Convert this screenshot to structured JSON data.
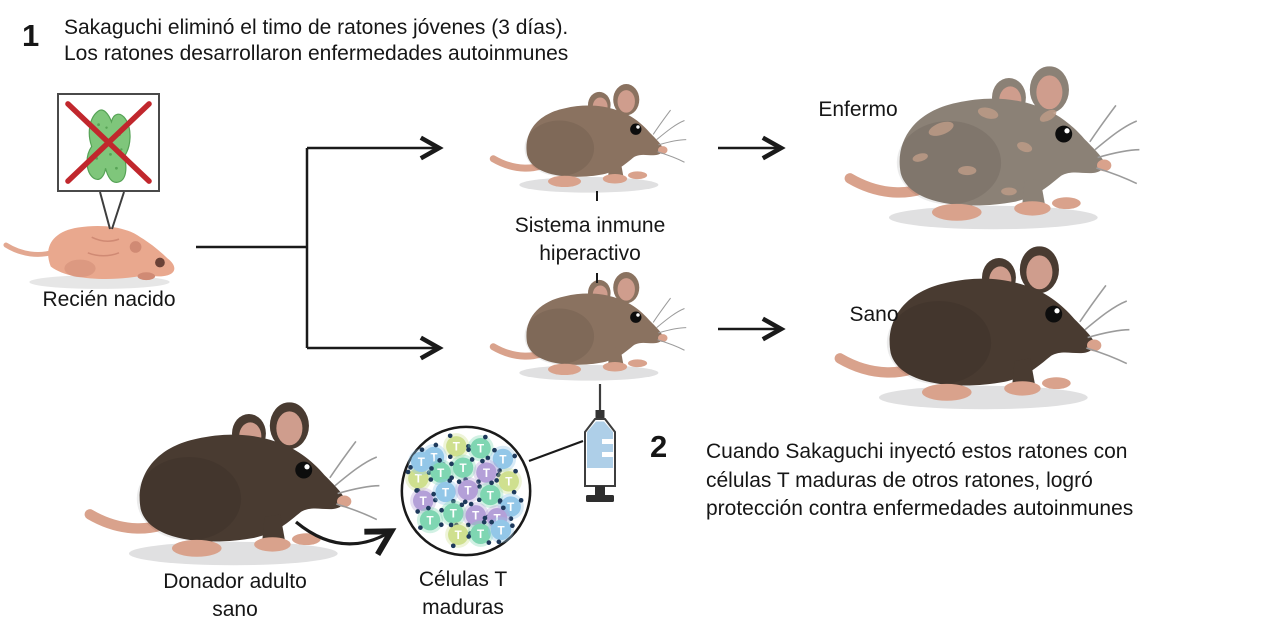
{
  "step1": {
    "number": "1",
    "text": "Sakaguchi eliminó el timo de ratones jóvenes (3 días).\nLos ratones desarrollaron enfermedades autoinmunes"
  },
  "step2": {
    "number": "2",
    "text": "Cuando Sakaguchi inyectó estos ratones con\ncélulas T maduras de otros ratones, logró\nprotección contra enfermedades autoinmunes"
  },
  "labels": {
    "newborn": "Recién nacido",
    "hyperactive_immune": "Sistema inmune\nhiperactivo",
    "sick": "Enfermo",
    "healthy": "Sano",
    "donor": "Donador adulto\nsano",
    "t_cells": "Células T\nmaduras"
  },
  "t_cell_letter": "T",
  "icons": {
    "thymus_removed": "thymus-crossed-out-icon",
    "syringe": "syringe-icon",
    "t_cell_cluster": "t-cells-magnified-circle",
    "flow_arrows": "branch-arrows",
    "curved_arrow": "curved-arrow"
  },
  "colors": {
    "text": "#161616",
    "line": "#1a1a1a",
    "thymus_green": "#7fc67b",
    "thymus_green_dark": "#58a356",
    "cross_red": "#c1272d",
    "newborn_pink": "#e9a88e",
    "newborn_pink_dark": "#d08a74",
    "mouse_brown": "#8a7260",
    "mouse_dark": "#493b31",
    "mouse_sick_gray": "#8b8176",
    "mouse_patch_tan": "#bd9b87",
    "mouse_pink": "#d9a28c",
    "cell_blue": "#93c7e8",
    "cell_teal": "#7fd6b2",
    "cell_green": "#cfe08f",
    "cell_purple": "#b4a0d8",
    "cell_dot_navy": "#1e3a5c",
    "syringe_blue": "#aecfe8"
  }
}
